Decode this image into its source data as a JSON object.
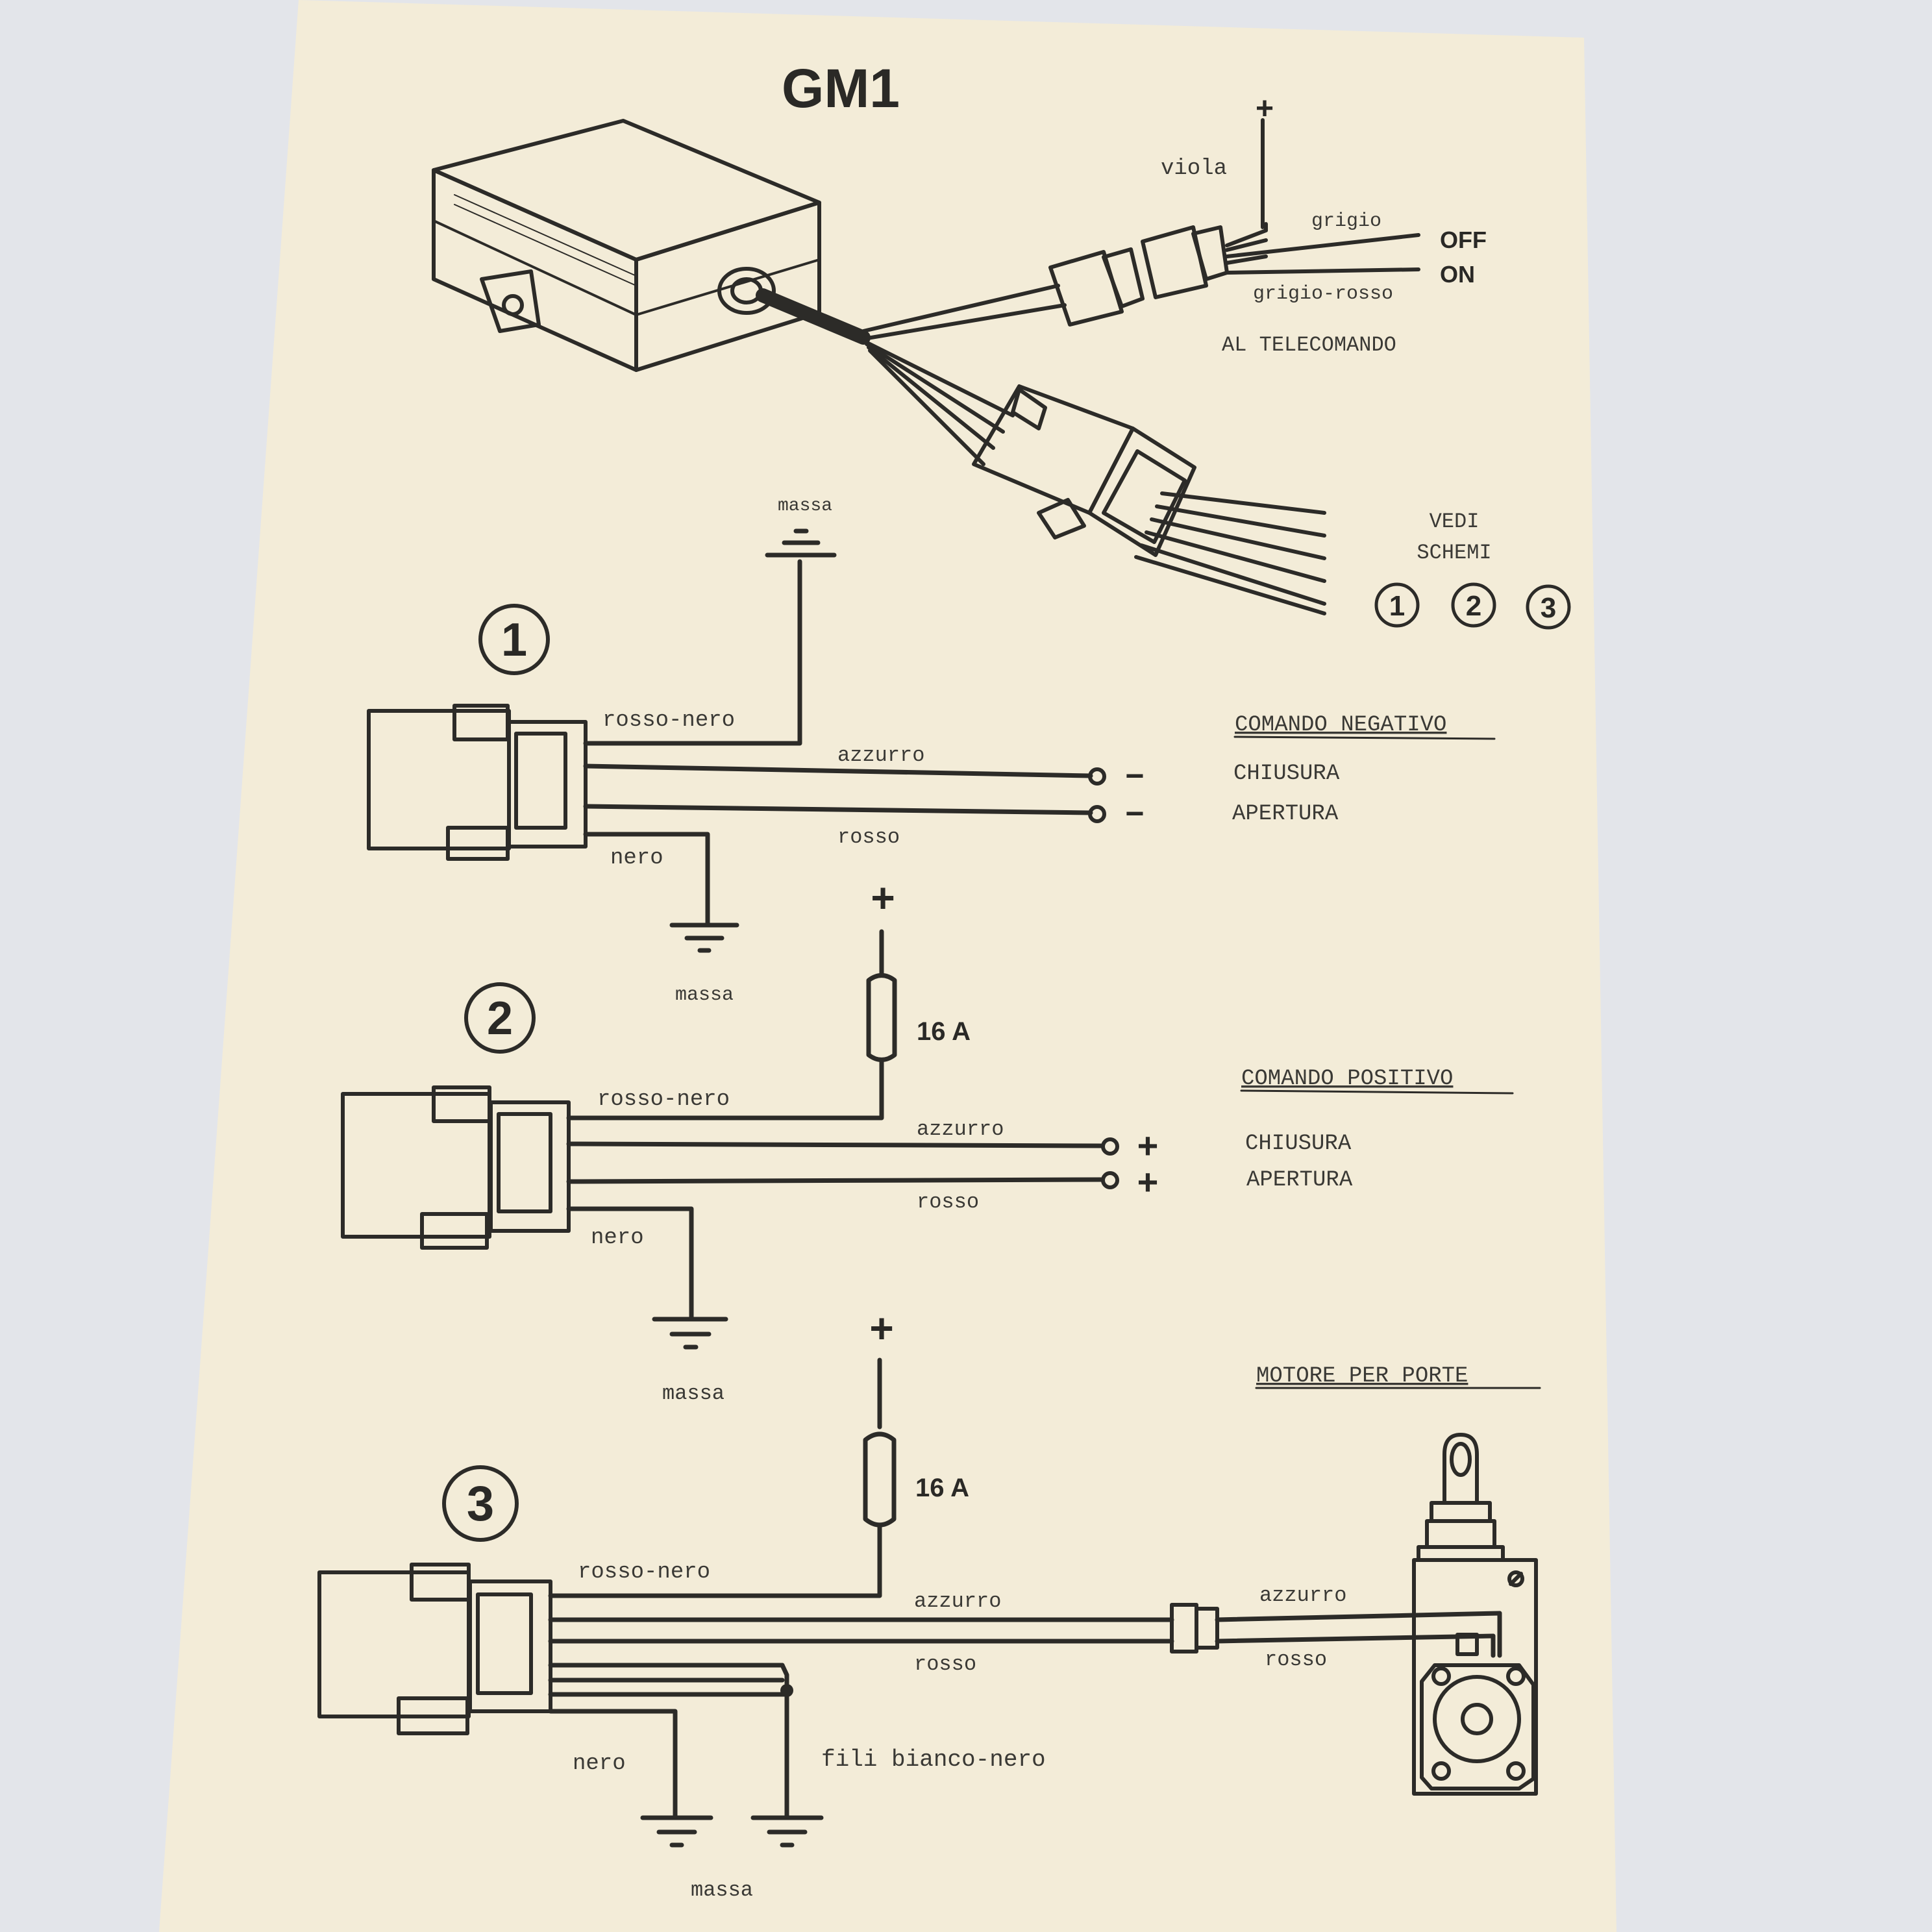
{
  "title": "GM1",
  "header": {
    "wire_viola": "viola",
    "wire_grigio": "grigio",
    "wire_grigio_rosso": "grigio-rosso",
    "label_off": "OFF",
    "label_on": "ON",
    "plus": "+",
    "al_telecomando": "AL TELECOMANDO",
    "vedi": "VEDI",
    "schemi": "SCHEMI",
    "scheme_refs": [
      "1",
      "2",
      "3"
    ]
  },
  "scheme1": {
    "number": "1",
    "massa_top": "massa",
    "rosso_nero": "rosso-nero",
    "azzurro": "azzurro",
    "rosso": "rosso",
    "nero": "nero",
    "massa_bottom": "massa",
    "minus1": "−",
    "minus2": "−",
    "heading": "COMANDO NEGATIVO",
    "chiusura": "CHIUSURA",
    "apertura": "APERTURA"
  },
  "scheme2": {
    "number": "2",
    "plus": "+",
    "fuse": "16 A",
    "rosso_nero": "rosso-nero",
    "azzurro": "azzurro",
    "rosso": "rosso",
    "nero": "nero",
    "massa": "massa",
    "plus1": "+",
    "plus2": "+",
    "heading": "COMANDO POSITIVO",
    "chiusura": "CHIUSURA",
    "apertura": "APERTURA"
  },
  "scheme3": {
    "number": "3",
    "plus": "+",
    "fuse": "16 A",
    "rosso_nero": "rosso-nero",
    "azzurro": "azzurro",
    "rosso": "rosso",
    "azzurro_motor": "azzurro",
    "rosso_motor": "rosso",
    "nero": "nero",
    "fili": "fili bianco-nero",
    "massa": "massa",
    "heading": "MOTORE PER PORTE"
  },
  "colors": {
    "ink": "#2c2b28",
    "paper": "#f3ecd8",
    "background": "#e3e5ea"
  }
}
